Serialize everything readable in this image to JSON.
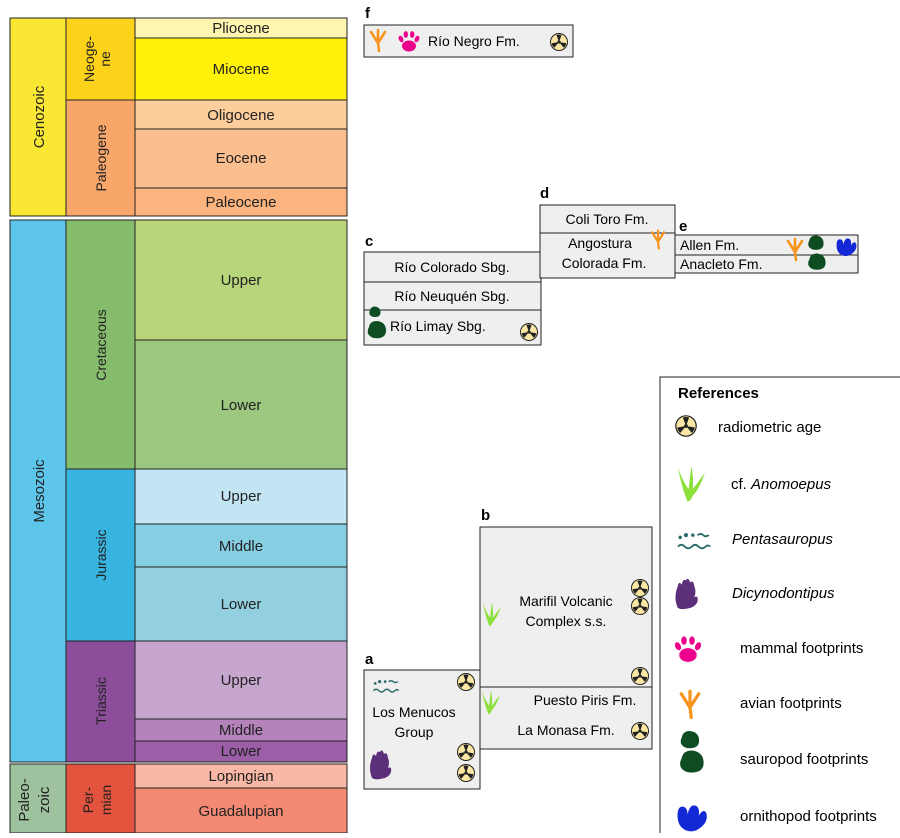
{
  "timescale": {
    "eras": [
      "Cenozoic",
      "Mesozoic",
      "Paleo-",
      "zoic"
    ],
    "periods": [
      "Neoge-",
      "ne",
      "Paleogene",
      "Cretaceous",
      "Jurassic",
      "Triassic",
      "Per-",
      "mian"
    ],
    "epochs": [
      "Pliocene",
      "Miocene",
      "Oligocene",
      "Eocene",
      "Paleocene",
      "Upper",
      "Lower",
      "Upper",
      "Middle",
      "Lower",
      "Upper",
      "Middle",
      "Lower",
      "Lopingian",
      "Guadalupian"
    ]
  },
  "sections": {
    "f": {
      "letter": "f",
      "units": [
        "Río Negro Fm."
      ]
    },
    "c": {
      "letter": "c",
      "units": [
        "Río Colorado Sbg.",
        "Río Neuquén Sbg.",
        "Río Limay Sbg."
      ]
    },
    "d": {
      "letter": "d",
      "units": [
        "Coli Toro Fm.",
        "Angostura",
        "Colorada Fm."
      ]
    },
    "e": {
      "letter": "e",
      "units": [
        "Allen Fm.",
        "Anacleto Fm."
      ]
    },
    "b": {
      "letter": "b",
      "units": [
        "Marifil Volcanic",
        "Complex s.s.",
        "Puesto Piris Fm.",
        "La Monasa Fm."
      ]
    },
    "a": {
      "letter": "a",
      "units": [
        "Los Menucos",
        "Group"
      ]
    }
  },
  "legend": {
    "title": "References",
    "items": [
      {
        "icon": "radiometric-age-icon",
        "prefix": "",
        "label": "radiometric age",
        "italic": false
      },
      {
        "icon": "anomoepus-icon",
        "prefix": "cf. ",
        "label": "Anomoepus",
        "italic": true
      },
      {
        "icon": "pentasauropus-icon",
        "prefix": "",
        "label": "Pentasauropus",
        "italic": true
      },
      {
        "icon": "dicynodontipus-icon",
        "prefix": "",
        "label": "Dicynodontipus",
        "italic": true
      },
      {
        "icon": "mammal-footprint-icon",
        "prefix": "",
        "label": "mammal footprints",
        "italic": false
      },
      {
        "icon": "avian-footprint-icon",
        "prefix": "",
        "label": "avian footprints",
        "italic": false
      },
      {
        "icon": "sauropod-footprint-icon",
        "prefix": "",
        "label": "sauropod footprints",
        "italic": false
      },
      {
        "icon": "ornithopod-footprint-icon",
        "prefix": "",
        "label": "ornithopod footprints",
        "italic": false
      }
    ]
  },
  "colors": {
    "cenozoic": "#f9e734",
    "neogene": "#fcd21a",
    "pliocene": "#fef6b0",
    "miocene": "#fff10a",
    "paleogene": "#f9a66b",
    "oligocene": "#fdcd9c",
    "eocene": "#fbbf8f",
    "paleocene": "#fcb47e",
    "mesozoic": "#5dc5ea",
    "cretaceous": "#86bd6c",
    "cret-upper": "#b9d57a",
    "cret-lower": "#9bc77e",
    "jurassic": "#37b4e0",
    "jur-upper": "#c3e5f3",
    "jur-middle": "#86cfe3",
    "jur-lower": "#92d0df",
    "triassic": "#8c4d9b",
    "tri-upper": "#c7a6cd",
    "tri-middle": "#b582bc",
    "tri-lower": "#9b5ea7",
    "paleozoic": "#9fc29e",
    "permian": "#e3533d",
    "lopingian": "#f9b7a5",
    "guadalupian": "#f48a73",
    "avian": "#f7941d",
    "mammal": "#ec008c",
    "sauropod": "#0e4d22",
    "ornithopod": "#1429d6",
    "anomoepus": "#8be03a",
    "pentasauropus": "#2b6b69",
    "dicynodontipus": "#5c2f7a",
    "box-fill": "#efefef"
  }
}
